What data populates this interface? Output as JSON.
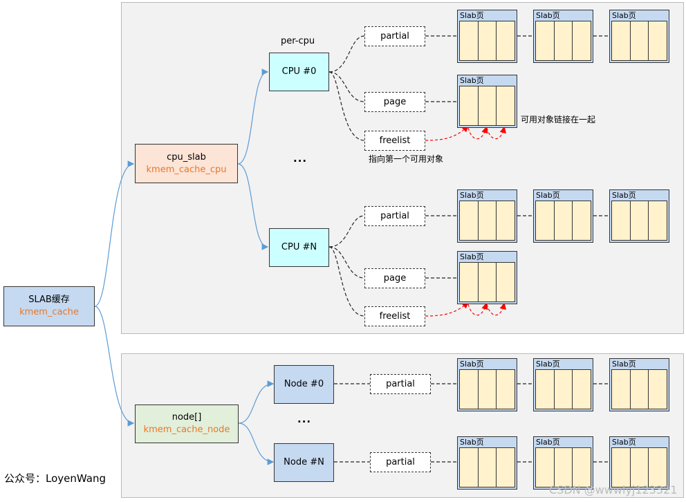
{
  "root": {
    "title": "SLAB缓存",
    "subtitle": "kmem_cache"
  },
  "cpu_slab": {
    "title": "cpu_slab",
    "subtitle": "kmem_cache_cpu"
  },
  "node_arr": {
    "title": "node[]",
    "subtitle": "kmem_cache_node"
  },
  "per_cpu_label": "per-cpu",
  "cpu0": "CPU #0",
  "cpuN": "CPU #N",
  "node0": "Node #0",
  "nodeN": "Node #N",
  "partial": "partial",
  "page": "page",
  "freelist": "freelist",
  "slab_title": "Slab页",
  "ellipsis": "...",
  "note_objects_linked": "可用对象链接在一起",
  "note_first_free": "指向第一个可用对象",
  "watermark": "公众号：LoyenWang",
  "csdn": "CSDN @wwwlyj123321",
  "colors": {
    "accent_orange": "#e8782a",
    "cpu_fill": "#ccffff",
    "node_fill": "#c5d9f1",
    "slab_cells": "#fff2cc",
    "freelist_arrow": "#ff0000",
    "connector_blue": "#5b9bd5"
  }
}
